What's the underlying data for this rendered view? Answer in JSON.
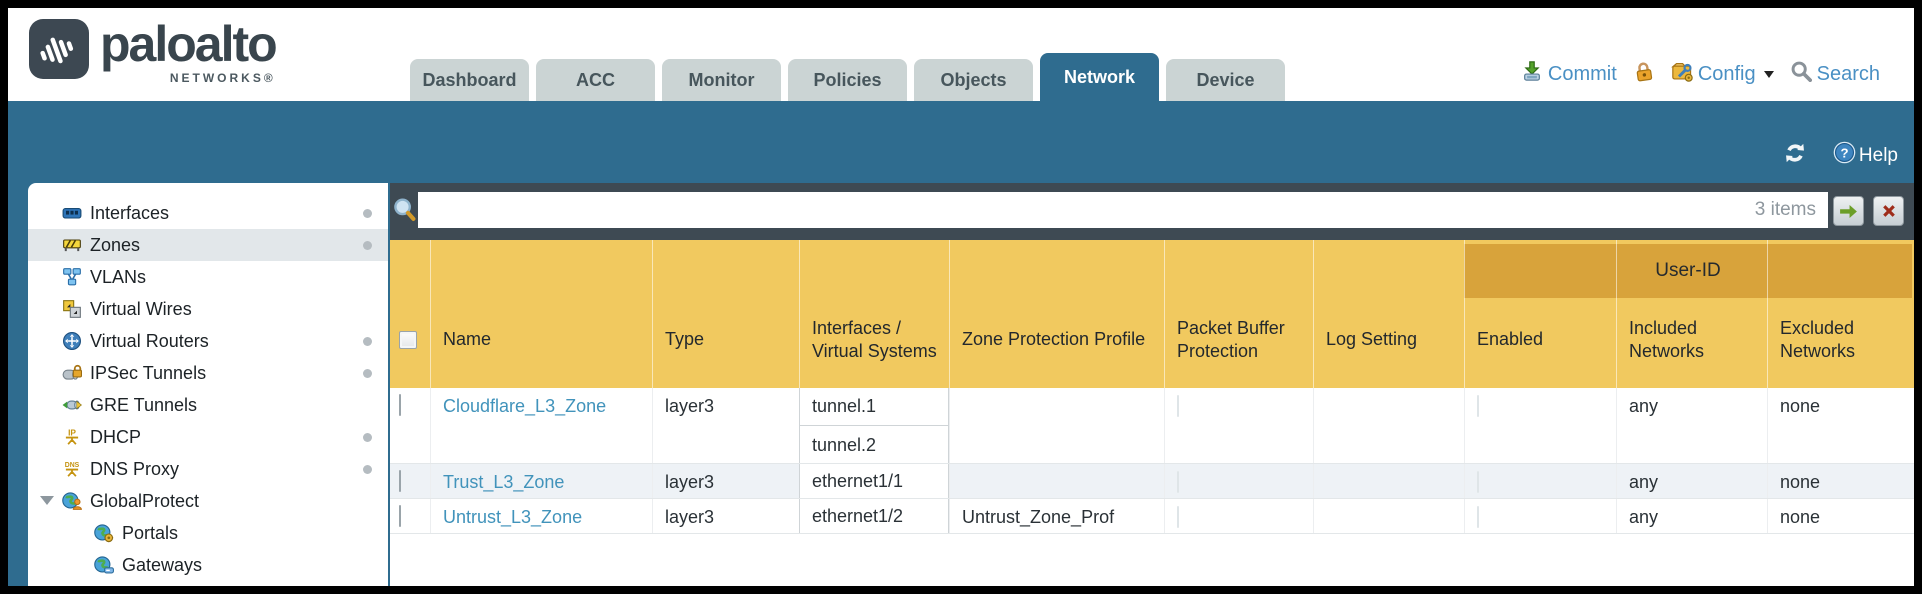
{
  "brand": {
    "logo_text": "paloalto",
    "logo_sub": "NETWORKS®"
  },
  "nav_tabs": [
    {
      "label": "Dashboard",
      "active": false
    },
    {
      "label": "ACC",
      "active": false
    },
    {
      "label": "Monitor",
      "active": false
    },
    {
      "label": "Policies",
      "active": false
    },
    {
      "label": "Objects",
      "active": false
    },
    {
      "label": "Network",
      "active": true
    },
    {
      "label": "Device",
      "active": false
    }
  ],
  "header_actions": [
    {
      "name": "commit",
      "label": "Commit",
      "icon": "commit-icon"
    },
    {
      "name": "lock",
      "label": "",
      "icon": "lock-icon"
    },
    {
      "name": "config",
      "label": "Config",
      "icon": "config-icon",
      "caret": true
    },
    {
      "name": "search",
      "label": "Search",
      "icon": "search-icon"
    }
  ],
  "workspace_tools": {
    "refresh_icon": "refresh-icon",
    "help_icon": "help-icon",
    "help_label": "Help"
  },
  "sidebar": {
    "items": [
      {
        "label": "Interfaces",
        "icon": "interfaces-icon",
        "dot": true,
        "selected": false,
        "child": false,
        "expander": false
      },
      {
        "label": "Zones",
        "icon": "zones-icon",
        "dot": true,
        "selected": true,
        "child": false,
        "expander": false
      },
      {
        "label": "VLANs",
        "icon": "vlans-icon",
        "dot": false,
        "selected": false,
        "child": false,
        "expander": false
      },
      {
        "label": "Virtual Wires",
        "icon": "virtual-wires-icon",
        "dot": false,
        "selected": false,
        "child": false,
        "expander": false
      },
      {
        "label": "Virtual Routers",
        "icon": "virtual-routers-icon",
        "dot": true,
        "selected": false,
        "child": false,
        "expander": false
      },
      {
        "label": "IPSec Tunnels",
        "icon": "ipsec-tunnels-icon",
        "dot": true,
        "selected": false,
        "child": false,
        "expander": false
      },
      {
        "label": "GRE Tunnels",
        "icon": "gre-tunnels-icon",
        "dot": false,
        "selected": false,
        "child": false,
        "expander": false
      },
      {
        "label": "DHCP",
        "icon": "dhcp-icon",
        "dot": true,
        "selected": false,
        "child": false,
        "expander": false
      },
      {
        "label": "DNS Proxy",
        "icon": "dns-proxy-icon",
        "dot": true,
        "selected": false,
        "child": false,
        "expander": false
      },
      {
        "label": "GlobalProtect",
        "icon": "globalprotect-icon",
        "dot": false,
        "selected": false,
        "child": false,
        "expander": true
      },
      {
        "label": "Portals",
        "icon": "portals-icon",
        "dot": false,
        "selected": false,
        "child": true,
        "expander": false
      },
      {
        "label": "Gateways",
        "icon": "gateways-icon",
        "dot": false,
        "selected": false,
        "child": true,
        "expander": false
      }
    ]
  },
  "filter": {
    "value": "",
    "count_label": "3 items"
  },
  "table": {
    "group_header": "User-ID",
    "columns": [
      "Name",
      "Type",
      "Interfaces / Virtual Systems",
      "Zone Protection Profile",
      "Packet Buffer Protection",
      "Log Setting",
      "Enabled",
      "Included Networks",
      "Excluded Networks"
    ],
    "rows": [
      {
        "name": "Cloudflare_L3_Zone",
        "type": "layer3",
        "interfaces": [
          "tunnel.1",
          "tunnel.2"
        ],
        "zone_protection_profile": "",
        "packet_buffer_protection": false,
        "log_setting": "",
        "user_id_enabled": false,
        "included_networks": "any",
        "excluded_networks": "none"
      },
      {
        "name": "Trust_L3_Zone",
        "type": "layer3",
        "interfaces": [
          "ethernet1/1"
        ],
        "zone_protection_profile": "",
        "packet_buffer_protection": false,
        "log_setting": "",
        "user_id_enabled": false,
        "included_networks": "any",
        "excluded_networks": "none"
      },
      {
        "name": "Untrust_L3_Zone",
        "type": "layer3",
        "interfaces": [
          "ethernet1/2"
        ],
        "zone_protection_profile": "Untrust_Zone_Prof",
        "packet_buffer_protection": false,
        "log_setting": "",
        "user_id_enabled": false,
        "included_networks": "any",
        "excluded_networks": "none"
      }
    ]
  },
  "colors": {
    "teal_accent": "#2f6c8f",
    "filterbar_slate": "#3e4a53",
    "header_amber": "#f1c95f",
    "userid_band_amber": "#d8a33b",
    "link_blue": "#4193bb",
    "action_blue": "#4a90c4",
    "inactive_tab_gray": "#cbd4d4",
    "alt_row": "#eef2f6"
  }
}
